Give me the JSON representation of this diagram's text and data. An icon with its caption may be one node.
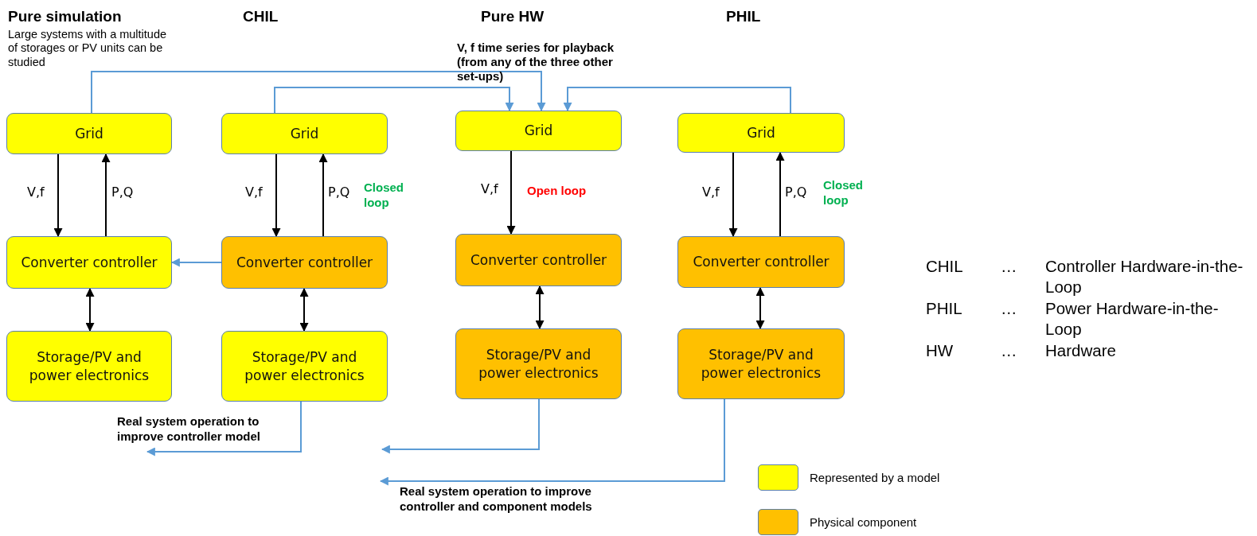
{
  "diagram": {
    "nodes": [
      {
        "text": [
          "Grid"
        ]
      },
      {
        "text": [
          "Converter controller"
        ]
      },
      {
        "text": [
          "Storage/PV and power electronics"
        ]
      },
      {
        "text": [
          "Grid"
        ]
      },
      {
        "text": [
          "Converter controller"
        ]
      },
      {
        "text": [
          "Storage/PV and power electronics"
        ]
      },
      {
        "text": [
          "Grid"
        ]
      },
      {
        "text": [
          "Converter controller"
        ]
      },
      {
        "text": [
          "Storage/PV and power electronics"
        ]
      },
      {
        "text": [
          "Grid"
        ]
      },
      {
        "text": [
          "Converter controller"
        ]
      },
      {
        "text": [
          "Storage/PV and power electronics"
        ]
      }
    ],
    "edges": [
      {
        "from": 0,
        "to": 6,
        "arrow": "to",
        "color": "#5b9bd5"
      },
      {
        "from": 3,
        "to": 6,
        "arrow": "to",
        "color": "#5b9bd5"
      },
      {
        "from": 9,
        "to": 6,
        "arrow": "to",
        "color": "#5b9bd5"
      },
      {
        "from": 0,
        "to": 1,
        "arrow": "to",
        "label": "V,f"
      },
      {
        "from": 1,
        "to": 0,
        "arrow": "to",
        "label": "P,Q"
      },
      {
        "from": 1,
        "to": 2,
        "arrow": "both"
      },
      {
        "from": 3,
        "to": 4,
        "arrow": "to",
        "label": "V,f"
      },
      {
        "from": 4,
        "to": 3,
        "arrow": "to",
        "label": "P,Q"
      },
      {
        "from": 4,
        "to": 5,
        "arrow": "both"
      },
      {
        "from": 4,
        "to": 1,
        "arrow": "to",
        "color": "#5b9bd5"
      },
      {
        "from": 6,
        "to": 7,
        "arrow": "to",
        "label": "V,f"
      },
      {
        "from": 7,
        "to": 8,
        "arrow": "both"
      },
      {
        "from": 9,
        "to": 10,
        "arrow": "to",
        "label": "V,f"
      },
      {
        "from": 10,
        "to": 9,
        "arrow": "to",
        "label": "P,Q"
      },
      {
        "from": 10,
        "to": 11,
        "arrow": "both"
      },
      {
        "from": 5,
        "to": null,
        "arrow": "to",
        "color": "#5b9bd5",
        "label": "Real system operation to improve controller model"
      },
      {
        "from": 8,
        "to": null,
        "arrow": "to",
        "color": "#5b9bd5"
      },
      {
        "from": 11,
        "to": null,
        "arrow": "to",
        "color": "#5b9bd5",
        "label": "Real system operation to improve controller and component models"
      }
    ],
    "labels": [
      "Pure simulation",
      "CHIL",
      "Pure HW",
      "PHIL",
      "Large systems with a multitude of storages or PV units can be studied",
      "V, f time series for playback (from any of the three other set-ups)",
      "Closed loop",
      "Open loop",
      "Closed loop",
      "CHIL",
      "…",
      "Controller Hardware-in-the-Loop",
      "PHIL",
      "…",
      "Power Hardware-in-the-Loop",
      "HW",
      "…",
      "Hardware"
    ],
    "legend": [
      {
        "text": "Represented by a model",
        "color": "#ffff00"
      },
      {
        "text": "Physical component",
        "color": "#ffc000"
      }
    ]
  }
}
